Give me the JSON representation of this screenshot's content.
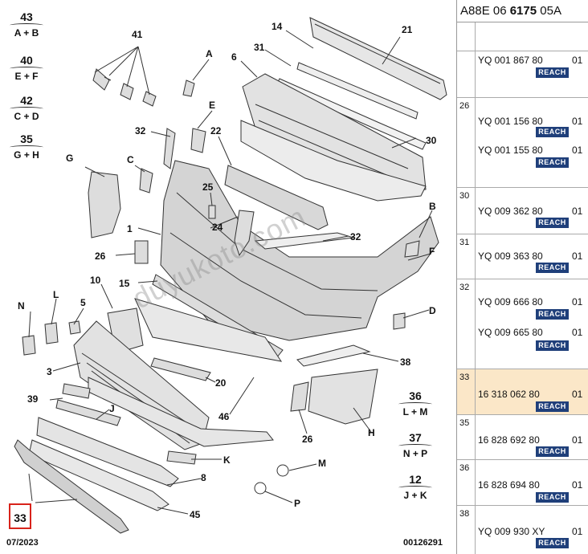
{
  "diagram": {
    "callouts": [
      "43",
      "41",
      "A",
      "14",
      "31",
      "21",
      "40",
      "6",
      "42",
      "35",
      "E",
      "32",
      "22",
      "30",
      "G",
      "C",
      "25",
      "B",
      "24",
      "32",
      "1",
      "F",
      "26",
      "10",
      "15",
      "N",
      "L",
      "5",
      "D",
      "38",
      "3",
      "20",
      "39",
      "J",
      "36",
      "46",
      "26",
      "H",
      "37",
      "K",
      "M",
      "8",
      "12",
      "P",
      "45",
      "33"
    ],
    "combos": [
      {
        "num": "43",
        "sym": "A + B"
      },
      {
        "num": "40",
        "sym": "E + F"
      },
      {
        "num": "42",
        "sym": "C + D"
      },
      {
        "num": "35",
        "sym": "G + H"
      },
      {
        "num": "36",
        "sym": "L + M"
      },
      {
        "num": "37",
        "sym": "N + P"
      },
      {
        "num": "12",
        "sym": "J + K"
      }
    ],
    "highlight_ref": "33",
    "footer_date": "07/2023",
    "footer_code": "00126291",
    "watermark": "duyukoto.com"
  },
  "panel": {
    "header_prefix": "A88E 06 ",
    "header_bold": "6175",
    "header_suffix": " 05A",
    "rows": [
      {
        "ref": "",
        "parts": [
          {
            "no": "YQ 001 867 80",
            "qty": "01",
            "reach": "REACH"
          }
        ],
        "highlight": false
      },
      {
        "ref": "26",
        "parts": [
          {
            "no": "YQ 001 156 80",
            "qty": "01",
            "reach": "REACH"
          },
          {
            "no": "YQ 001 155 80",
            "qty": "01",
            "reach": "REACH"
          }
        ],
        "highlight": false
      },
      {
        "ref": "30",
        "parts": [
          {
            "no": "YQ 009 362 80",
            "qty": "01",
            "reach": "REACH"
          }
        ],
        "highlight": false
      },
      {
        "ref": "31",
        "parts": [
          {
            "no": "YQ 009 363 80",
            "qty": "01",
            "reach": "REACH"
          }
        ],
        "highlight": false
      },
      {
        "ref": "32",
        "parts": [
          {
            "no": "YQ 009 666 80",
            "qty": "01",
            "reach": "REACH"
          },
          {
            "no": "YQ 009 665 80",
            "qty": "01",
            "reach": "REACH"
          }
        ],
        "highlight": false
      },
      {
        "ref": "33",
        "parts": [
          {
            "no": "16 318 062 80",
            "qty": "01",
            "reach": "REACH"
          }
        ],
        "highlight": true
      },
      {
        "ref": "35",
        "parts": [
          {
            "no": "16 828 692 80",
            "qty": "01",
            "reach": "REACH"
          }
        ],
        "highlight": false
      },
      {
        "ref": "36",
        "parts": [
          {
            "no": "16 828 694 80",
            "qty": "01",
            "reach": "REACH"
          }
        ],
        "highlight": false
      },
      {
        "ref": "38",
        "parts": [
          {
            "no": "YQ 009 930 XY",
            "qty": "01",
            "reach": "REACH"
          }
        ],
        "highlight": false
      }
    ]
  }
}
